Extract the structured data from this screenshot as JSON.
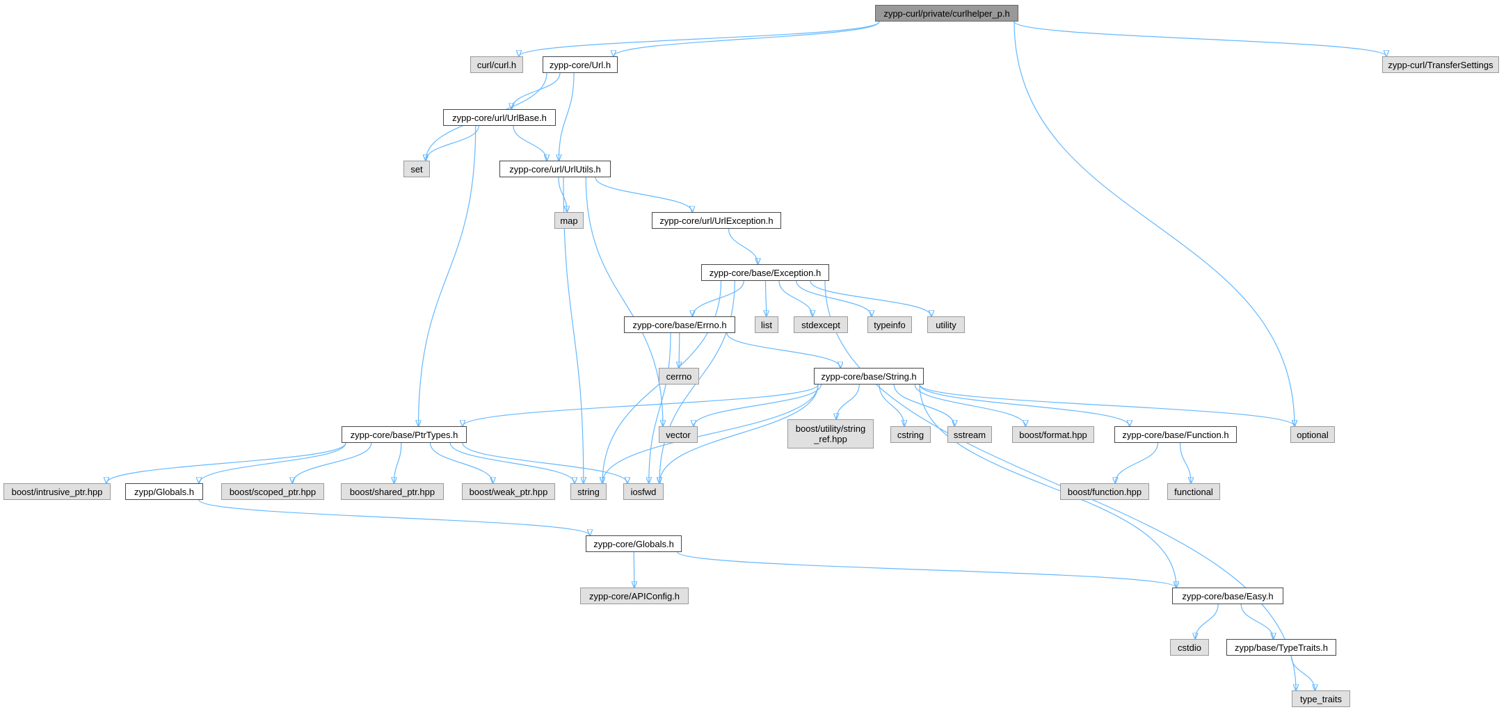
{
  "colors": {
    "edge": "#63b8ff",
    "root_fill": "#999999",
    "ext_fill": "#e0e0e0",
    "file_fill": "#ffffff"
  },
  "nodes": {
    "root": "zypp-curl/private/curlhelper_p.h",
    "curl_h": "curl/curl.h",
    "url_h": "zypp-core/Url.h",
    "transfer": "zypp-curl/TransferSettings",
    "urlbase": "zypp-core/url/UrlBase.h",
    "set": "set",
    "urlutils": "zypp-core/url/UrlUtils.h",
    "map": "map",
    "urlexc": "zypp-core/url/UrlException.h",
    "exception": "zypp-core/base/Exception.h",
    "errno_h": "zypp-core/base/Errno.h",
    "list": "list",
    "stdexcept": "stdexcept",
    "typeinfo": "typeinfo",
    "utility": "utility",
    "cerrno": "cerrno",
    "string_h": "zypp-core/base/String.h",
    "ptrtypes": "zypp-core/base/PtrTypes.h",
    "vector": "vector",
    "string_ref": "boost/utility/string\n_ref.hpp",
    "cstring": "cstring",
    "sstream": "sstream",
    "format": "boost/format.hpp",
    "function_h": "zypp-core/base/Function.h",
    "optional": "optional",
    "intrusive": "boost/intrusive_ptr.hpp",
    "zglobals": "zypp/Globals.h",
    "scoped": "boost/scoped_ptr.hpp",
    "shared": "boost/shared_ptr.hpp",
    "weak": "boost/weak_ptr.hpp",
    "string": "string",
    "iosfwd": "iosfwd",
    "bfunction": "boost/function.hpp",
    "functional": "functional",
    "cglobals": "zypp-core/Globals.h",
    "apiconfig": "zypp-core/APIConfig.h",
    "easy": "zypp-core/base/Easy.h",
    "cstdio": "cstdio",
    "typetraits_h": "zypp/base/TypeTraits.h",
    "type_traits": "type_traits"
  },
  "edges": [
    [
      "root",
      "curl_h"
    ],
    [
      "root",
      "url_h"
    ],
    [
      "root",
      "transfer"
    ],
    [
      "root",
      "optional"
    ],
    [
      "url_h",
      "set"
    ],
    [
      "url_h",
      "urlbase"
    ],
    [
      "url_h",
      "urlutils"
    ],
    [
      "urlbase",
      "set"
    ],
    [
      "urlbase",
      "urlutils"
    ],
    [
      "urlbase",
      "ptrtypes"
    ],
    [
      "urlutils",
      "map"
    ],
    [
      "urlutils",
      "urlexc"
    ],
    [
      "urlutils",
      "vector"
    ],
    [
      "urlutils",
      "string"
    ],
    [
      "urlexc",
      "exception"
    ],
    [
      "exception",
      "errno_h"
    ],
    [
      "exception",
      "list"
    ],
    [
      "exception",
      "stdexcept"
    ],
    [
      "exception",
      "typeinfo"
    ],
    [
      "exception",
      "utility"
    ],
    [
      "exception",
      "string"
    ],
    [
      "exception",
      "iosfwd"
    ],
    [
      "exception",
      "type_traits"
    ],
    [
      "errno_h",
      "cerrno"
    ],
    [
      "errno_h",
      "string_h"
    ],
    [
      "errno_h",
      "iosfwd"
    ],
    [
      "string_h",
      "ptrtypes"
    ],
    [
      "string_h",
      "vector"
    ],
    [
      "string_h",
      "string_ref"
    ],
    [
      "string_h",
      "cstring"
    ],
    [
      "string_h",
      "sstream"
    ],
    [
      "string_h",
      "format"
    ],
    [
      "string_h",
      "function_h"
    ],
    [
      "string_h",
      "optional"
    ],
    [
      "string_h",
      "string"
    ],
    [
      "string_h",
      "iosfwd"
    ],
    [
      "string_h",
      "easy"
    ],
    [
      "ptrtypes",
      "intrusive"
    ],
    [
      "ptrtypes",
      "zglobals"
    ],
    [
      "ptrtypes",
      "scoped"
    ],
    [
      "ptrtypes",
      "shared"
    ],
    [
      "ptrtypes",
      "weak"
    ],
    [
      "ptrtypes",
      "string"
    ],
    [
      "ptrtypes",
      "iosfwd"
    ],
    [
      "function_h",
      "bfunction"
    ],
    [
      "function_h",
      "functional"
    ],
    [
      "zglobals",
      "cglobals"
    ],
    [
      "cglobals",
      "apiconfig"
    ],
    [
      "cglobals",
      "easy"
    ],
    [
      "easy",
      "cstdio"
    ],
    [
      "easy",
      "typetraits_h"
    ],
    [
      "typetraits_h",
      "type_traits"
    ]
  ]
}
